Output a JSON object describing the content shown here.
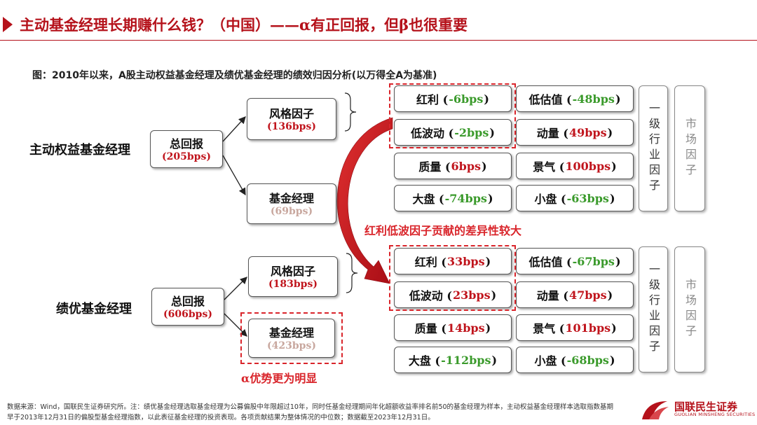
{
  "title": "主动基金经理长期赚什么钱？（中国）——α有正回报，但β也很重要",
  "caption": "图：2010年以来，A股主动权益基金经理及绩优基金经理的绩效归因分析(以万得全A为基准)",
  "colors": {
    "brand_red": "#b5121b",
    "negative_green": "#3a9a2b",
    "positive_red": "#c0141c",
    "manager_bp": "#c8a79e"
  },
  "groups": [
    {
      "label": "主动权益基金经理",
      "total": {
        "name": "总回报",
        "bps": "(205bps)"
      },
      "style": {
        "name": "风格因子",
        "bps": "(136bps)"
      },
      "manager": {
        "name": "基金经理",
        "bps": "(69bps)"
      },
      "factors": [
        {
          "pre": "红利 (",
          "val": "-6bps",
          "post": ")",
          "sign": "neg"
        },
        {
          "pre": "低估值 (",
          "val": "-48bps",
          "post": ")",
          "sign": "neg"
        },
        {
          "pre": "低波动 (",
          "val": "-2bps",
          "post": ")",
          "sign": "neg"
        },
        {
          "pre": "动量 (",
          "val": "49bps",
          "post": ")",
          "sign": "pos"
        },
        {
          "pre": "质量 (",
          "val": "6bps",
          "post": ")",
          "sign": "pos"
        },
        {
          "pre": "景气 (",
          "val": "100bps",
          "post": ")",
          "sign": "pos"
        },
        {
          "pre": "大盘 (",
          "val": "-74bps",
          "post": ")",
          "sign": "neg"
        },
        {
          "pre": "小盘 (",
          "val": "-63bps",
          "post": ")",
          "sign": "neg"
        }
      ],
      "industry": "一级行业因子",
      "market": "市场因子"
    },
    {
      "label": "绩优基金经理",
      "total": {
        "name": "总回报",
        "bps": "(606bps)"
      },
      "style": {
        "name": "风格因子",
        "bps": "(183bps)"
      },
      "manager": {
        "name": "基金经理",
        "bps": "(423bps)"
      },
      "factors": [
        {
          "pre": "红利 (",
          "val": "33bps",
          "post": ")",
          "sign": "pos"
        },
        {
          "pre": "低估值 (",
          "val": "-67bps",
          "post": ")",
          "sign": "neg"
        },
        {
          "pre": "低波动 (",
          "val": "23bps",
          "post": ")",
          "sign": "pos"
        },
        {
          "pre": "动量 (",
          "val": "47bps",
          "post": ")",
          "sign": "pos"
        },
        {
          "pre": "质量 (",
          "val": "14bps",
          "post": ")",
          "sign": "pos"
        },
        {
          "pre": "景气 (",
          "val": "101bps",
          "post": ")",
          "sign": "pos"
        },
        {
          "pre": "大盘 (",
          "val": "-112bps",
          "post": ")",
          "sign": "neg"
        },
        {
          "pre": "小盘 (",
          "val": "-68bps",
          "post": ")",
          "sign": "neg"
        }
      ],
      "industry": "一级行业因子",
      "market": "市场因子"
    }
  ],
  "notes": {
    "factor_diff": "红利低波因子贡献的差异性较大",
    "alpha": "α优势更为明显"
  },
  "footnote": "数据来源：Wind，国联民生证券研究所。注：绩优基金经理选取基金经理为公募偏股中年限超过10年，同时任基金经理期间年化超额收益率排名前50的基金经理为样本，主动权益基金经理样本选取指数基期早于2013年12月31日的偏股型基金经理指数，以此表征基金经理的投资表现。各项贡献结果为整体情况的中位数；数据截至2023年12月31日。",
  "logo": {
    "cn": "国联民生证券",
    "en": "GUOLIAN MINSHENG SECURITIES"
  }
}
